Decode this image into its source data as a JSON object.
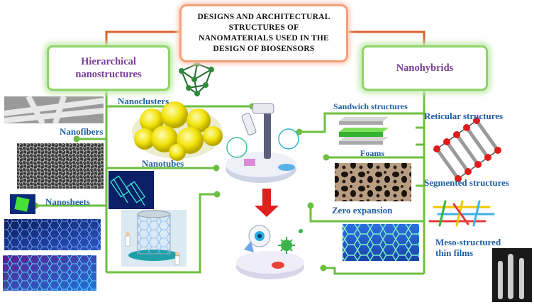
{
  "title": "DESIGNS AND ARCHITECTURAL\nSTRUCTURES OF\nNANOMATERIALS USED IN THE\nDESIGN OF BIOSENSORS",
  "groups": {
    "hierarchical": "Hierarchical\nnanostructures",
    "nanohybrids": "Nanohybrids"
  },
  "labels": {
    "nanoclusters": "Nanoclusters",
    "nanofibers": "Nanofibers",
    "nanotubes": "Nanotubes",
    "nanosheets": "Nanosheets",
    "sandwich": "Sandwich structures",
    "foams": "Foams",
    "zero_expansion": "Zero expansion",
    "reticular": "Reticular structures",
    "segmented": "Segmented structures",
    "meso": "Meso-structured\nthin films"
  },
  "colors": {
    "connector_green": "#6cbf3f",
    "connector_orange": "#d9622b",
    "label_blue": "#1f5fa3",
    "group_text": "#7a3d9a",
    "arrow_red": "#e0201b"
  }
}
